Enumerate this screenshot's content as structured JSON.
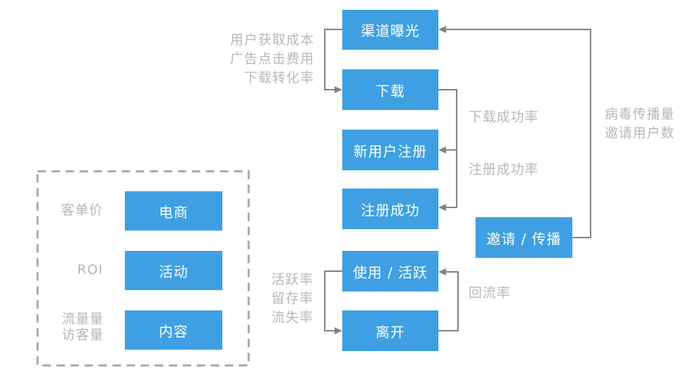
{
  "diagram": {
    "nodes": {
      "channel": "渠道曝光",
      "download": "下载",
      "register_new": "新用户注册",
      "register_done": "注册成功",
      "active": "使用 / 活跃",
      "leave": "离开",
      "invite": "邀请 / 传播",
      "ecommerce": "电商",
      "campaign": "活动",
      "content": "内容"
    },
    "metrics": {
      "acquisition": "用户获取成本\n广告点击费用\n下载转化率",
      "download_success": "下载成功率",
      "register_success": "注册成功率",
      "viral": "病毒传播量\n邀请用户数",
      "engagement": "活跃率\n留存率\n流失率",
      "return_rate": "回流率",
      "order_value": "客单价",
      "roi": "ROI",
      "traffic": "流量量\n访客量"
    },
    "colors": {
      "node_blue": "#3EA0E2",
      "node_text": "#FFFFFF",
      "metric_gray": "#B5B8BB",
      "line_gray": "#828282",
      "dash_gray": "#ABABAB"
    }
  }
}
